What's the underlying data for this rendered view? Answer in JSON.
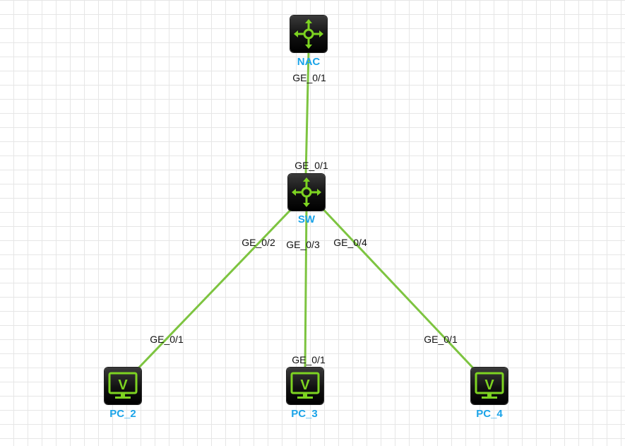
{
  "colors": {
    "link": "#7dc440",
    "node_label": "#1aa3e8",
    "icon_accent": "#7dd321",
    "grid": "#e6e6e6"
  },
  "nodes": {
    "nac": {
      "name": "NAC",
      "icon": "router-icon"
    },
    "sw": {
      "name": "SW",
      "icon": "router-icon"
    },
    "pc2": {
      "name": "PC_2",
      "icon": "vpc-monitor-icon"
    },
    "pc3": {
      "name": "PC_3",
      "icon": "vpc-monitor-icon"
    },
    "pc4": {
      "name": "PC_4",
      "icon": "vpc-monitor-icon"
    }
  },
  "links": [
    {
      "from": "NAC",
      "from_port": "GE_0/1",
      "to": "SW",
      "to_port": "GE_0/1"
    },
    {
      "from": "SW",
      "from_port": "GE_0/2",
      "to": "PC_2",
      "to_port": "GE_0/1"
    },
    {
      "from": "SW",
      "from_port": "GE_0/3",
      "to": "PC_3",
      "to_port": "GE_0/1"
    },
    {
      "from": "SW",
      "from_port": "GE_0/4",
      "to": "PC_4",
      "to_port": "GE_0/1"
    }
  ]
}
